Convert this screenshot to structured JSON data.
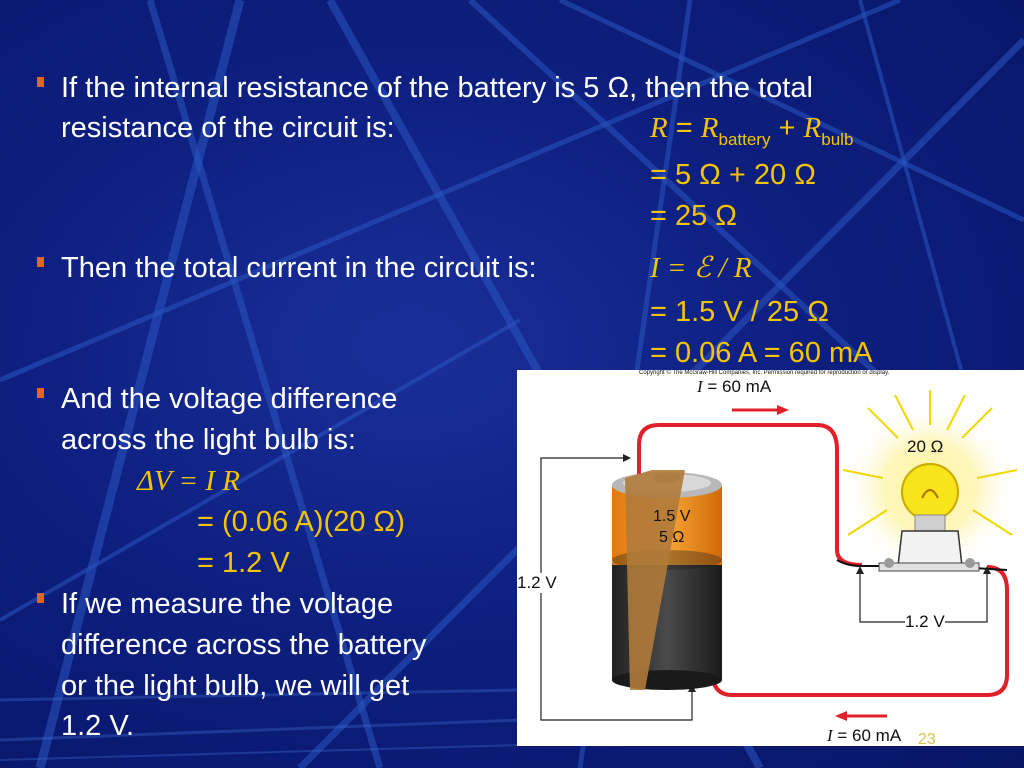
{
  "bullets": {
    "b1_line1": "If the internal resistance of the battery is 5 Ω, then the total",
    "b1_line2": "resistance of the circuit is:",
    "b2": "Then the total current in the circuit is:",
    "b3_line1": "And the voltage difference",
    "b3_line2": "across the light bulb is:",
    "b4_line1": "If we measure the voltage",
    "b4_line2": "difference across the battery",
    "b4_line3": "or the light bulb, we will get",
    "b4_line4": "1.2 V."
  },
  "equations": {
    "r_eq_R": "R",
    "r_eq_equals": " = ",
    "r_eq_R2": "R",
    "r_eq_battery": "battery",
    "r_eq_plus": " + ",
    "r_eq_R3": "R",
    "r_eq_bulb": "bulb",
    "r_line2": "= 5 Ω + 20 Ω",
    "r_line3": "= 25 Ω",
    "i_eq": "I = ℰ / R",
    "i_line2": "= 1.5 V / 25 Ω",
    "i_line3": "= 0.06 A = 60 mA",
    "v_eq": "ΔV = I R",
    "v_line2": "= (0.06 A)(20 Ω)",
    "v_line3": "= 1.2 V"
  },
  "figure": {
    "copyright": "Copyright © The McGraw-Hill Companies, Inc. Permission required for reproduction or display.",
    "current_top_I": "I",
    "current_top_val": " = 60 mA",
    "current_bottom_I": "I",
    "current_bottom_val": " = 60 mA",
    "bulb_resistance": "20 Ω",
    "battery_emf": "1.5 V",
    "battery_resistance": "5 Ω",
    "voltage_left": "1.2 V",
    "voltage_right": "1.2 V"
  },
  "slide_number": "23",
  "colors": {
    "background": "#0d1f80",
    "text": "#ffffff",
    "equation": "#f5c400",
    "bullet": "#e8641c",
    "wire": "#e0202a"
  }
}
